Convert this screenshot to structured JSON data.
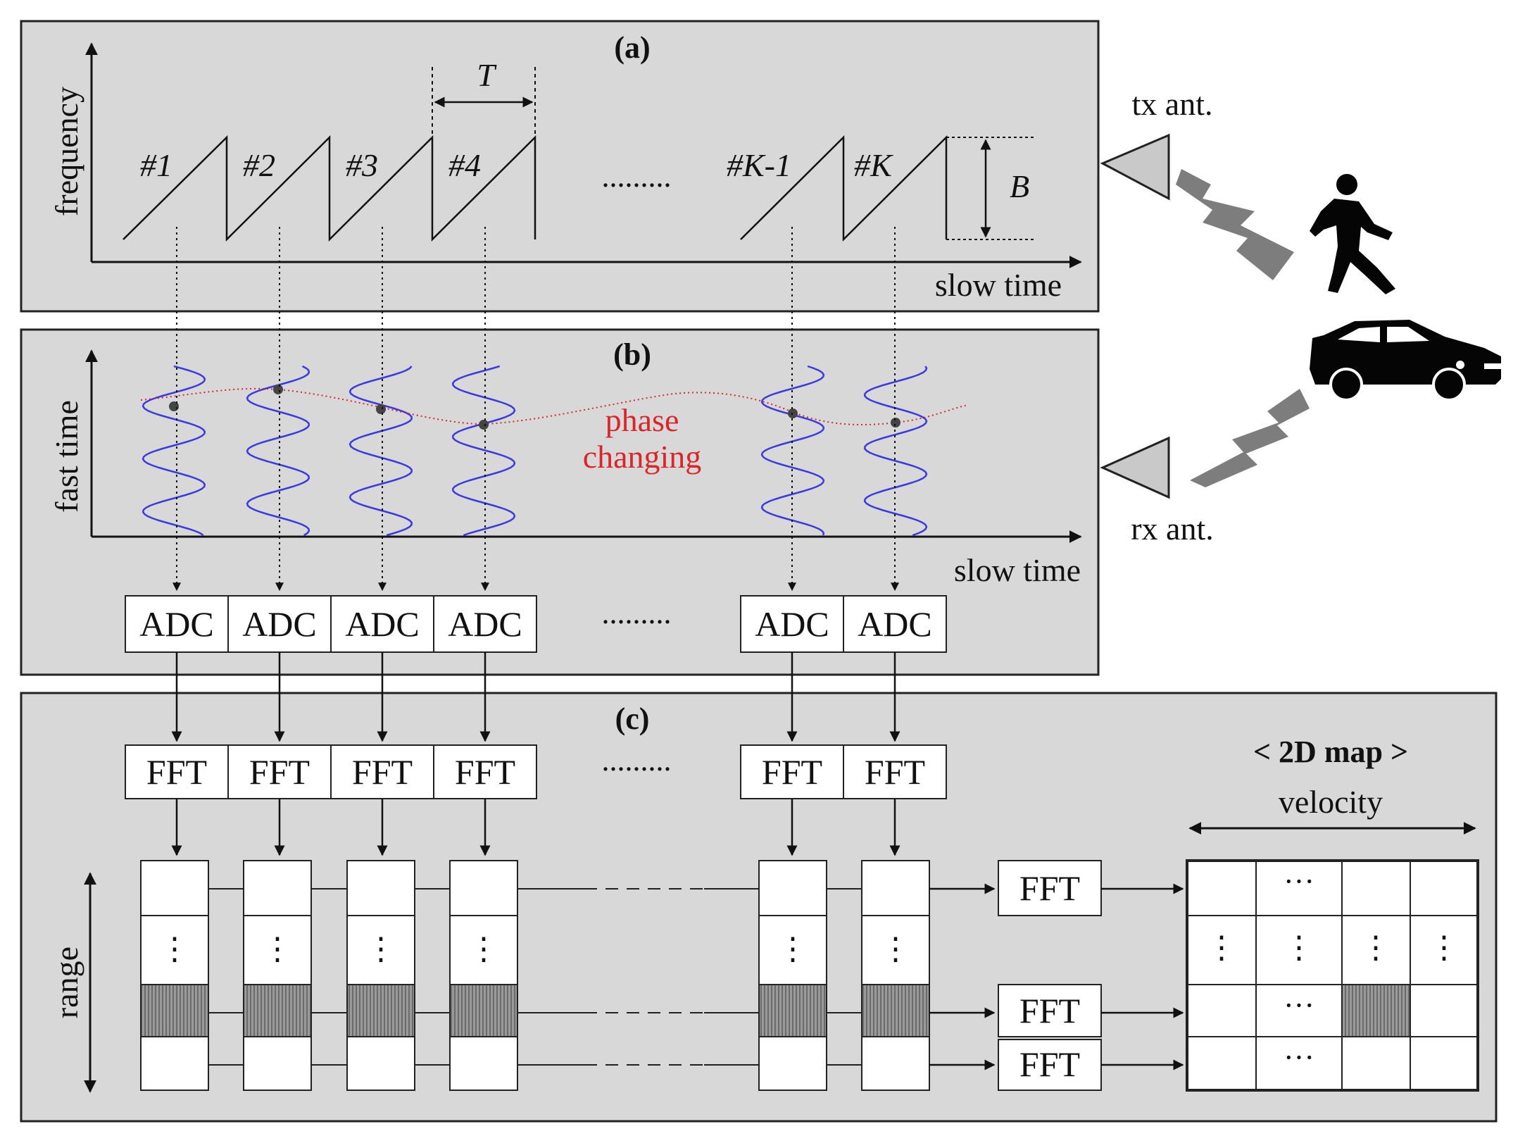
{
  "panels": {
    "a": {
      "label": "(a)",
      "y_axis": "frequency",
      "x_axis": "slow time",
      "period_label": "T",
      "bandwidth_label": "B",
      "chirps": [
        "#1",
        "#2",
        "#3",
        "#4",
        "#K-1",
        "#K"
      ],
      "ellipsis": "........."
    },
    "b": {
      "label": "(b)",
      "y_axis": "fast time",
      "x_axis": "slow time",
      "annotation_line1": "phase",
      "annotation_line2": "changing",
      "adc_label": "ADC",
      "ellipsis": "........."
    },
    "c": {
      "label": "(c)",
      "y_axis": "range",
      "fft_label": "FFT",
      "map_title": "< 2D map >",
      "map_axis": "velocity",
      "ellipsis": ".........",
      "cell_hdots": "···",
      "cell_vdots": "⋮"
    }
  },
  "antennas": {
    "tx": "tx ant.",
    "rx": "rx ant."
  },
  "targets": [
    "pedestrian",
    "car"
  ],
  "icons": [
    "pedestrian-icon",
    "car-icon",
    "tx-antenna-icon",
    "rx-antenna-icon",
    "signal-bolt-icon"
  ],
  "colors": {
    "panel_bg": "#d8d8d8",
    "wave": "#3a3adf",
    "phase": "#d8262a",
    "hatched": "#8a8a8a"
  }
}
